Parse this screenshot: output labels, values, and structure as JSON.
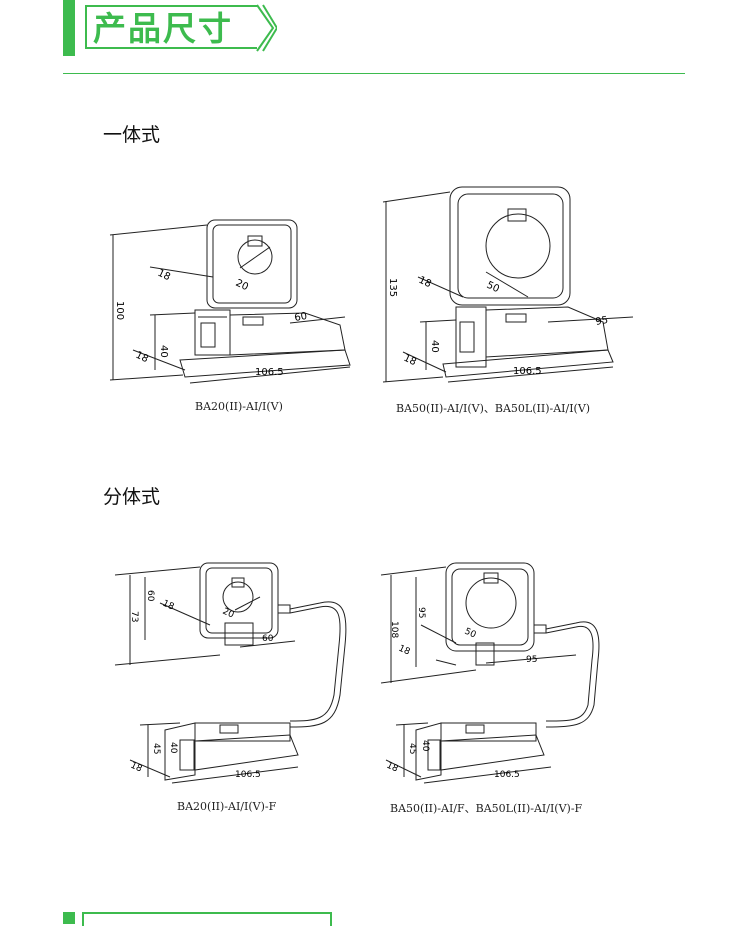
{
  "header": {
    "title": "产品尺寸"
  },
  "sections": [
    {
      "title": "一体式"
    },
    {
      "title": "分体式"
    }
  ],
  "figures": {
    "ba20_integrated": {
      "caption": "BA20(II)-AI/I(V)",
      "dims": {
        "height": "100",
        "base_height": "40",
        "hole": "20",
        "offset": "18",
        "depth": "60",
        "length": "106.5",
        "base_offset": "18"
      }
    },
    "ba50_integrated": {
      "caption": "BA50(II)-AI/I(V)、BA50L(II)-AI/I(V)",
      "dims": {
        "height": "135",
        "base_height": "40",
        "hole": "50",
        "offset": "18",
        "depth": "95",
        "length": "106.5",
        "base_offset": "18"
      }
    },
    "ba20_split": {
      "caption": "BA20(II)-AI/I(V)-F",
      "dims": {
        "height": "73",
        "inner_height": "60",
        "hole": "20",
        "offset": "18",
        "depth": "60",
        "base_h1": "45",
        "base_h2": "40",
        "length": "106.5",
        "base_offset": "18"
      }
    },
    "ba50_split": {
      "caption": "BA50(II)-AI/F、BA50L(II)-AI/I(V)-F",
      "dims": {
        "height": "108",
        "inner_height": "95",
        "hole": "50",
        "offset": "18",
        "depth": "95",
        "base_h1": "45",
        "base_h2": "40",
        "length": "106.5",
        "base_offset": "18"
      }
    }
  },
  "colors": {
    "accent": "#3dbb4e",
    "line": "#222222"
  }
}
